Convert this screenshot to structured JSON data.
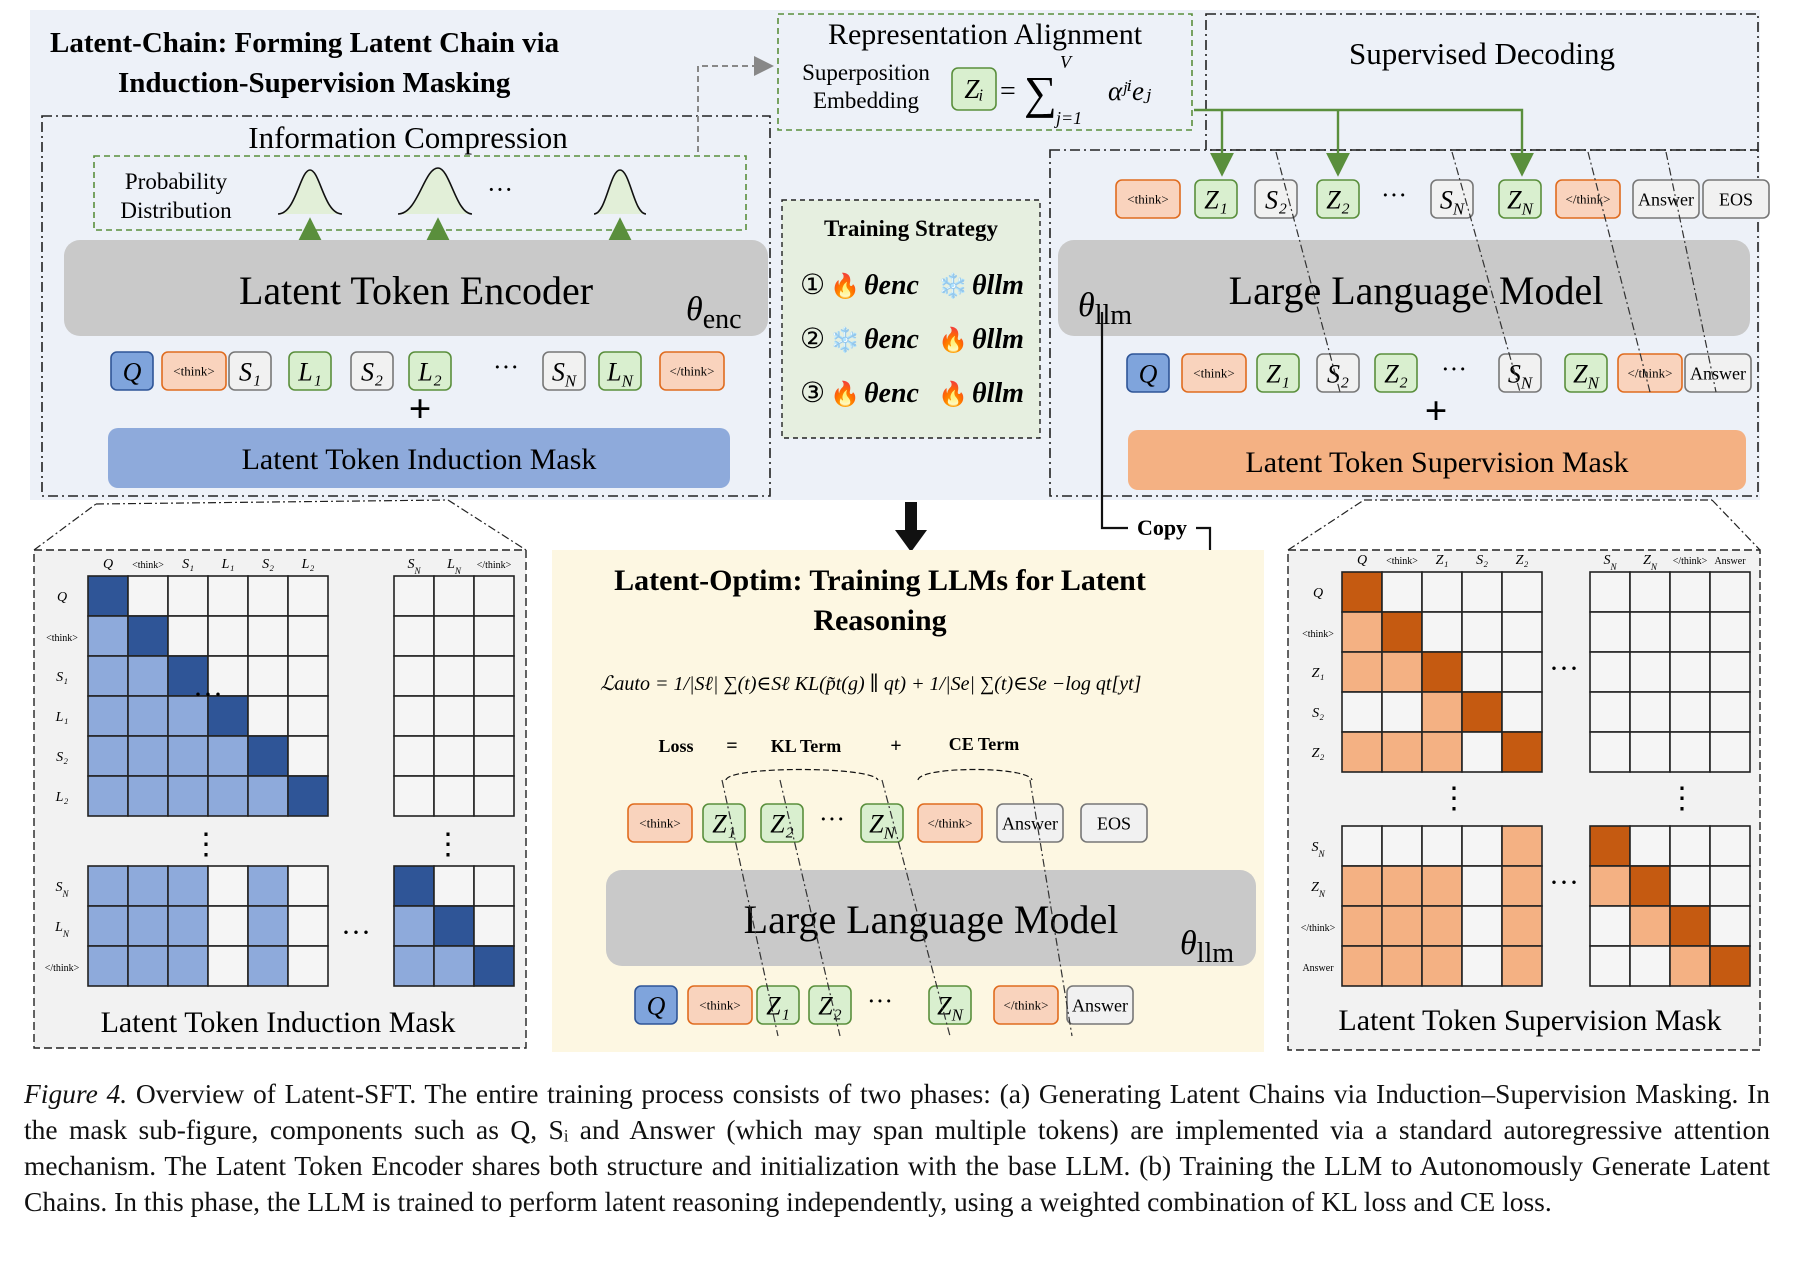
{
  "colors": {
    "top_panel_bg": "#edf1f8",
    "optim_panel_bg": "#fdf7e2",
    "mask_panel_bg": "#f2f2f2",
    "q_token": "#7fa4dc",
    "think_token": "#f9d3bd",
    "latent_token": "#d9efcf",
    "step_token": "#f1f1f1",
    "encoder": "#c9c9c9",
    "induction_mask_bar": "#8eaadb",
    "supervision_mask_bar": "#f4b183",
    "mask_blue_dark": "#2f5597",
    "mask_blue_light": "#8eaadb",
    "mask_orange_dark": "#c55a11",
    "mask_orange_light": "#f4b183",
    "arrow_green": "#5a8f3c"
  },
  "latent_chain": {
    "title_line1": "Latent-Chain: Forming Latent Chain via",
    "title_line2": "Induction-Supervision Masking"
  },
  "info_compression": {
    "title": "Information Compression",
    "prob_label_line1": "Probability",
    "prob_label_line2": "Distribution",
    "ellipsis": "···"
  },
  "encoder": {
    "label": "Latent Token Encoder",
    "theta": "θ",
    "theta_sub": "enc",
    "tokens": [
      "Q",
      "<think>",
      "S₁",
      "L₁",
      "S₂",
      "L₂",
      "···",
      "S_N",
      "L_N",
      "</think>"
    ],
    "plus": "+",
    "mask_label": "Latent Token Induction Mask"
  },
  "rep_align": {
    "title": "Representation Alignment",
    "label_line1": "Superposition",
    "label_line2": "Embedding",
    "formula_z": "Zᵢ",
    "formula_eq": "=",
    "formula_sum": "∑",
    "formula_top": "V",
    "formula_bottom": "j=1",
    "formula_term": "αʲⁱeⱼ"
  },
  "training_strategy": {
    "title": "Training Strategy",
    "rows": [
      {
        "num": "①",
        "a": "🔥",
        "b": "❄️"
      },
      {
        "num": "②",
        "a": "❄️",
        "b": "🔥"
      },
      {
        "num": "③",
        "a": "🔥",
        "b": "🔥"
      }
    ],
    "theta_enc": "θenc",
    "theta_llm": "θllm"
  },
  "supervised_decoding": {
    "title": "Supervised Decoding",
    "out_tokens": [
      "<think>",
      "Z₁",
      "S₂",
      "Z₂",
      "···",
      "S_N",
      "Z_N",
      "</think>",
      "Answer",
      "EOS"
    ],
    "llm_label": "Large Language Model",
    "theta": "θ",
    "theta_sub": "llm",
    "in_tokens": [
      "Q",
      "<think>",
      "Z₁",
      "S₂",
      "Z₂",
      "···",
      "S_N",
      "Z_N",
      "</think>",
      "Answer"
    ],
    "plus": "+",
    "mask_label": "Latent Token Supervision Mask"
  },
  "copy_label": "Copy",
  "induction_mask": {
    "col_labels": [
      "Q",
      "<think>",
      "S₁",
      "L₁",
      "S₂",
      "L₂",
      "S_N",
      "L_N",
      "</think>"
    ],
    "row_labels": [
      "Q",
      "<think>",
      "S₁",
      "L₁",
      "S₂",
      "L₂",
      "S_N",
      "L_N",
      "</think>"
    ],
    "dots_h": "···",
    "dots_v": "⋮",
    "caption": "Latent Token Induction Mask"
  },
  "latent_optim": {
    "title_line1": "Latent-Optim: Training LLMs for Latent",
    "title_line2": "Reasoning",
    "loss_formula": "ℒauto = 1/|Sℓ| ∑(t)∈Sℓ KL(p̃t(g) ∥ qt) + 1/|Se| ∑(t)∈Se −log qt[yt]",
    "loss_label": "Loss",
    "eq": "=",
    "kl_term": "KL Term",
    "plus": "+",
    "ce_term": "CE Term",
    "out_tokens": [
      "<think>",
      "Z₁",
      "Z₂",
      "···",
      "Z_N",
      "</think>",
      "Answer",
      "EOS"
    ],
    "llm_label": "Large Language Model",
    "theta": "θ",
    "theta_sub": "llm",
    "in_tokens": [
      "Q",
      "<think>",
      "Z₁",
      "Z₂",
      "···",
      "Z_N",
      "</think>",
      "Answer"
    ]
  },
  "supervision_mask": {
    "col_labels": [
      "Q",
      "<think>",
      "Z₁",
      "S₂",
      "Z₂",
      "S_N",
      "Z_N",
      "</think>",
      "Answer"
    ],
    "row_labels": [
      "Q",
      "<think>",
      "Z₁",
      "S₂",
      "Z₂",
      "S_N",
      "Z_N",
      "</think>",
      "Answer"
    ],
    "dots_h": "···",
    "dots_v": "⋮",
    "caption": "Latent Token Supervision Mask"
  },
  "caption": {
    "lead": "Figure 4.",
    "text": "Overview of Latent-SFT. The entire training process consists of two phases: (a) Generating Latent Chains via Induction–Supervision Masking. In the mask sub-figure, components such as Q, Sᵢ and Answer (which may span multiple tokens) are implemented via a standard autoregressive attention mechanism. The Latent Token Encoder shares both structure and initialization with the base LLM. (b) Training the LLM to Autonomously Generate Latent Chains. In this phase, the LLM is trained to perform latent reasoning independently, using a weighted combination of KL loss and CE loss."
  }
}
